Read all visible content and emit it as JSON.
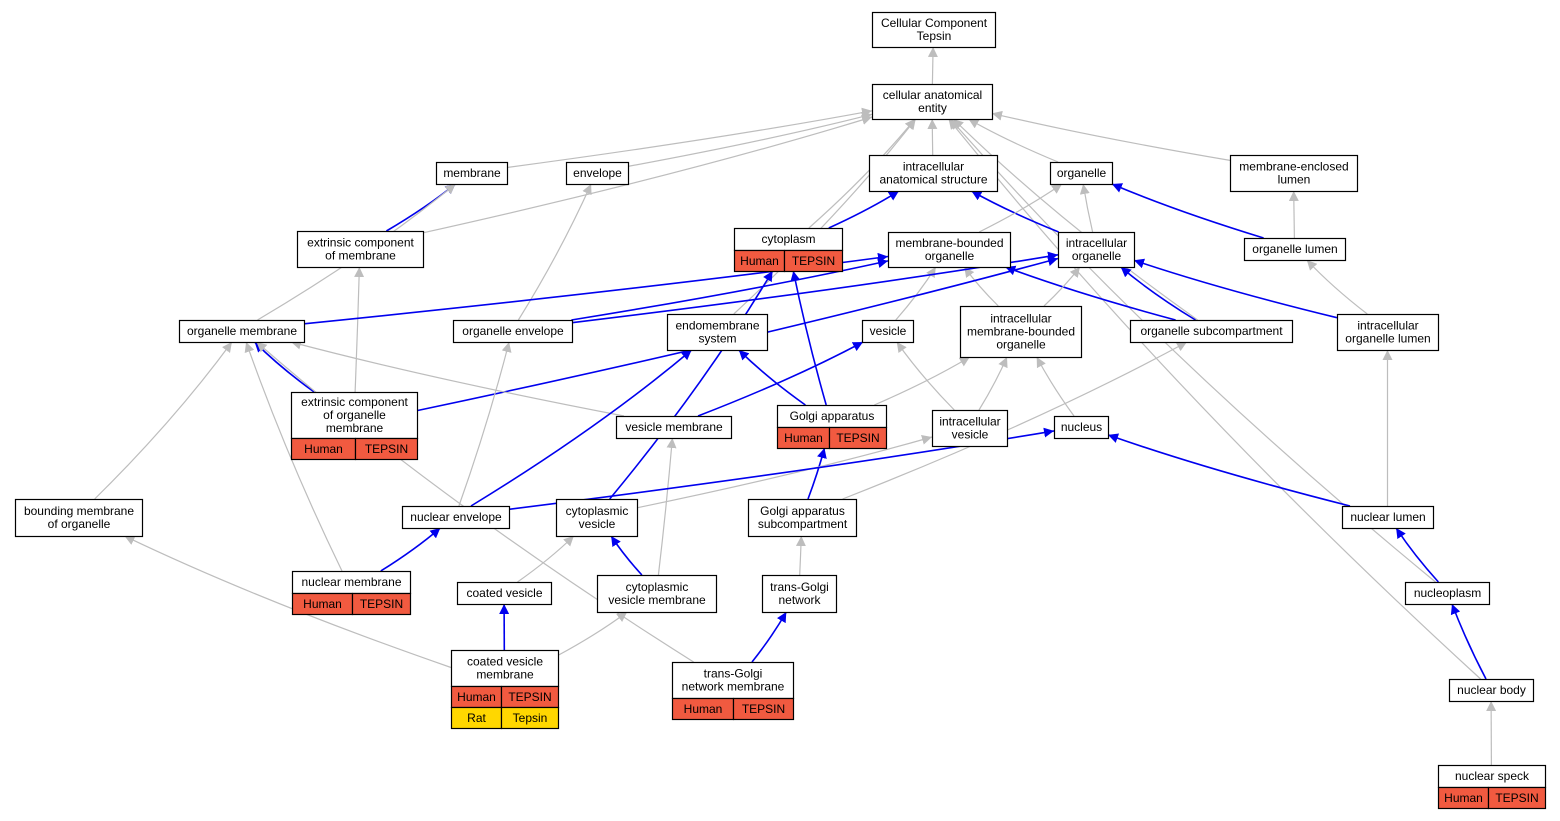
{
  "title": "Cellular Component Tepsin",
  "colors": {
    "is_a_edge": "#bdbdbd",
    "part_of_edge": "#0000ee",
    "human_annotation": "#f15a40",
    "rat_annotation": "#ffd700",
    "node_border": "#000000",
    "node_fill": "#ffffff"
  },
  "nodes": [
    {
      "id": "root",
      "lines": [
        "Cellular Component",
        "Tepsin"
      ]
    },
    {
      "id": "cae",
      "lines": [
        "cellular anatomical",
        "entity"
      ]
    },
    {
      "id": "membrane",
      "lines": [
        "membrane"
      ]
    },
    {
      "id": "envelope",
      "lines": [
        "envelope"
      ]
    },
    {
      "id": "ias",
      "lines": [
        "intracellular",
        "anatomical structure"
      ]
    },
    {
      "id": "organelle",
      "lines": [
        "organelle"
      ]
    },
    {
      "id": "mel",
      "lines": [
        "membrane-enclosed",
        "lumen"
      ]
    },
    {
      "id": "ecm",
      "lines": [
        "extrinsic component",
        "of membrane"
      ]
    },
    {
      "id": "cytoplasm",
      "lines": [
        "cytoplasm"
      ],
      "annotations": [
        [
          "Human",
          "TEPSIN"
        ]
      ]
    },
    {
      "id": "mbo",
      "lines": [
        "membrane-bounded",
        "organelle"
      ]
    },
    {
      "id": "io",
      "lines": [
        "intracellular",
        "organelle"
      ]
    },
    {
      "id": "ol",
      "lines": [
        "organelle lumen"
      ]
    },
    {
      "id": "om",
      "lines": [
        "organelle membrane"
      ]
    },
    {
      "id": "oe",
      "lines": [
        "organelle envelope"
      ]
    },
    {
      "id": "ems",
      "lines": [
        "endomembrane",
        "system"
      ]
    },
    {
      "id": "vesicle",
      "lines": [
        "vesicle"
      ]
    },
    {
      "id": "imbo",
      "lines": [
        "intracellular",
        "membrane-bounded",
        "organelle"
      ]
    },
    {
      "id": "osc",
      "lines": [
        "organelle subcompartment"
      ]
    },
    {
      "id": "iol",
      "lines": [
        "intracellular",
        "organelle lumen"
      ]
    },
    {
      "id": "ecom",
      "lines": [
        "extrinsic component",
        "of organelle",
        "membrane"
      ],
      "annotations": [
        [
          "Human",
          "TEPSIN"
        ]
      ]
    },
    {
      "id": "vm",
      "lines": [
        "vesicle membrane"
      ]
    },
    {
      "id": "golgi",
      "lines": [
        "Golgi apparatus"
      ],
      "annotations": [
        [
          "Human",
          "TEPSIN"
        ]
      ]
    },
    {
      "id": "iv",
      "lines": [
        "intracellular",
        "vesicle"
      ]
    },
    {
      "id": "nucleus",
      "lines": [
        "nucleus"
      ]
    },
    {
      "id": "bmo",
      "lines": [
        "bounding membrane",
        "of organelle"
      ]
    },
    {
      "id": "ne",
      "lines": [
        "nuclear envelope"
      ]
    },
    {
      "id": "cv",
      "lines": [
        "cytoplasmic",
        "vesicle"
      ]
    },
    {
      "id": "gas",
      "lines": [
        "Golgi apparatus",
        "subcompartment"
      ]
    },
    {
      "id": "nl",
      "lines": [
        "nuclear lumen"
      ]
    },
    {
      "id": "nm",
      "lines": [
        "nuclear membrane"
      ],
      "annotations": [
        [
          "Human",
          "TEPSIN"
        ]
      ]
    },
    {
      "id": "coatv",
      "lines": [
        "coated vesicle"
      ]
    },
    {
      "id": "cvm",
      "lines": [
        "cytoplasmic",
        "vesicle membrane"
      ]
    },
    {
      "id": "tgn",
      "lines": [
        "trans-Golgi",
        "network"
      ]
    },
    {
      "id": "np",
      "lines": [
        "nucleoplasm"
      ]
    },
    {
      "id": "cvmem",
      "lines": [
        "coated vesicle",
        "membrane"
      ],
      "annotations": [
        [
          "Human",
          "TEPSIN"
        ],
        [
          "Rat",
          "Tepsin"
        ]
      ]
    },
    {
      "id": "tgnm",
      "lines": [
        "trans-Golgi",
        "network membrane"
      ],
      "annotations": [
        [
          "Human",
          "TEPSIN"
        ]
      ]
    },
    {
      "id": "nb",
      "lines": [
        "nuclear body"
      ]
    },
    {
      "id": "ns",
      "lines": [
        "nuclear speck"
      ],
      "annotations": [
        [
          "Human",
          "TEPSIN"
        ]
      ]
    }
  ],
  "edges": [
    {
      "from": "cae",
      "to": "root",
      "type": "is_a"
    },
    {
      "from": "membrane",
      "to": "cae",
      "type": "is_a"
    },
    {
      "from": "envelope",
      "to": "cae",
      "type": "is_a"
    },
    {
      "from": "ias",
      "to": "cae",
      "type": "is_a"
    },
    {
      "from": "organelle",
      "to": "cae",
      "type": "is_a"
    },
    {
      "from": "mel",
      "to": "cae",
      "type": "is_a"
    },
    {
      "from": "ecm",
      "to": "cae",
      "type": "is_a"
    },
    {
      "from": "cytoplasm",
      "to": "cae",
      "type": "is_a"
    },
    {
      "from": "ems",
      "to": "cae",
      "type": "is_a"
    },
    {
      "from": "osc",
      "to": "cae",
      "type": "is_a"
    },
    {
      "from": "np",
      "to": "cae",
      "type": "is_a"
    },
    {
      "from": "nb",
      "to": "cae",
      "type": "is_a"
    },
    {
      "from": "ecm",
      "to": "membrane",
      "type": "part_of"
    },
    {
      "from": "om",
      "to": "membrane",
      "type": "is_a"
    },
    {
      "from": "oe",
      "to": "envelope",
      "type": "is_a"
    },
    {
      "from": "cytoplasm",
      "to": "ias",
      "type": "part_of"
    },
    {
      "from": "io",
      "to": "ias",
      "type": "part_of"
    },
    {
      "from": "mbo",
      "to": "organelle",
      "type": "is_a"
    },
    {
      "from": "io",
      "to": "organelle",
      "type": "is_a"
    },
    {
      "from": "ol",
      "to": "organelle",
      "type": "part_of"
    },
    {
      "from": "ol",
      "to": "mel",
      "type": "is_a"
    },
    {
      "from": "ecom",
      "to": "ecm",
      "type": "is_a"
    },
    {
      "from": "cv",
      "to": "cytoplasm",
      "type": "part_of"
    },
    {
      "from": "golgi",
      "to": "cytoplasm",
      "type": "part_of"
    },
    {
      "from": "om",
      "to": "mbo",
      "type": "part_of"
    },
    {
      "from": "oe",
      "to": "mbo",
      "type": "part_of"
    },
    {
      "from": "vesicle",
      "to": "mbo",
      "type": "is_a"
    },
    {
      "from": "imbo",
      "to": "mbo",
      "type": "is_a"
    },
    {
      "from": "osc",
      "to": "mbo",
      "type": "part_of"
    },
    {
      "from": "oe",
      "to": "io",
      "type": "part_of"
    },
    {
      "from": "imbo",
      "to": "io",
      "type": "is_a"
    },
    {
      "from": "osc",
      "to": "io",
      "type": "part_of"
    },
    {
      "from": "iol",
      "to": "io",
      "type": "part_of"
    },
    {
      "from": "ecom",
      "to": "io",
      "type": "part_of"
    },
    {
      "from": "iol",
      "to": "ol",
      "type": "is_a"
    },
    {
      "from": "ecom",
      "to": "om",
      "type": "part_of"
    },
    {
      "from": "vm",
      "to": "om",
      "type": "is_a"
    },
    {
      "from": "bmo",
      "to": "om",
      "type": "is_a"
    },
    {
      "from": "nm",
      "to": "om",
      "type": "is_a"
    },
    {
      "from": "tgnm",
      "to": "om",
      "type": "is_a"
    },
    {
      "from": "ne",
      "to": "oe",
      "type": "is_a"
    },
    {
      "from": "ne",
      "to": "ems",
      "type": "part_of"
    },
    {
      "from": "golgi",
      "to": "ems",
      "type": "part_of"
    },
    {
      "from": "vm",
      "to": "vesicle",
      "type": "part_of"
    },
    {
      "from": "iv",
      "to": "vesicle",
      "type": "is_a"
    },
    {
      "from": "golgi",
      "to": "imbo",
      "type": "is_a"
    },
    {
      "from": "iv",
      "to": "imbo",
      "type": "is_a"
    },
    {
      "from": "nucleus",
      "to": "imbo",
      "type": "is_a"
    },
    {
      "from": "gas",
      "to": "osc",
      "type": "is_a"
    },
    {
      "from": "nl",
      "to": "iol",
      "type": "is_a"
    },
    {
      "from": "cvm",
      "to": "vm",
      "type": "is_a"
    },
    {
      "from": "gas",
      "to": "golgi",
      "type": "part_of"
    },
    {
      "from": "cv",
      "to": "iv",
      "type": "is_a"
    },
    {
      "from": "ne",
      "to": "nucleus",
      "type": "part_of"
    },
    {
      "from": "nl",
      "to": "nucleus",
      "type": "part_of"
    },
    {
      "from": "cvmem",
      "to": "bmo",
      "type": "is_a"
    },
    {
      "from": "nm",
      "to": "ne",
      "type": "part_of"
    },
    {
      "from": "coatv",
      "to": "cv",
      "type": "is_a"
    },
    {
      "from": "cvm",
      "to": "cv",
      "type": "part_of"
    },
    {
      "from": "tgn",
      "to": "gas",
      "type": "is_a"
    },
    {
      "from": "np",
      "to": "nl",
      "type": "part_of"
    },
    {
      "from": "cvmem",
      "to": "coatv",
      "type": "part_of"
    },
    {
      "from": "cvmem",
      "to": "cvm",
      "type": "is_a"
    },
    {
      "from": "tgnm",
      "to": "tgn",
      "type": "part_of"
    },
    {
      "from": "nb",
      "to": "np",
      "type": "part_of"
    },
    {
      "from": "ns",
      "to": "nb",
      "type": "is_a"
    }
  ]
}
